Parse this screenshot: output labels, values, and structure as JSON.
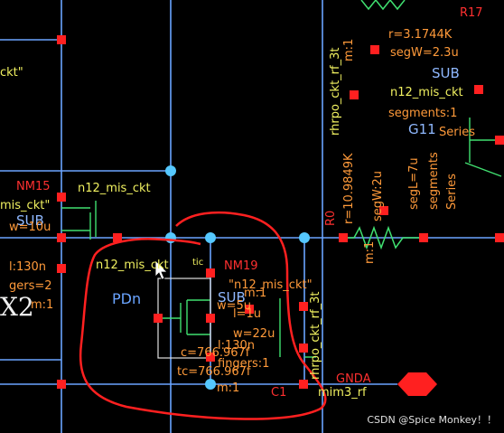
{
  "labels": {
    "l_ckt": "ckt\"",
    "l_r17": "R17",
    "l_m1_top": "m:1",
    "l_r3": "r=3.1744K",
    "l_segw": "segW=2.3u",
    "l_sub_top": "SUB",
    "l_n12ckt_top": "n12_mis_ckt",
    "l_segs": "segments:1",
    "l_g11": "G11",
    "l_series": "Series",
    "l_rhrpo_top": "rhrpo_ckt_rf_3t",
    "l_nm15": "NM15",
    "l_n12_mis_ckt_mid": "n12_mis_ckt",
    "l_mis_ckt": "mis_ckt\"",
    "l_sub_left": "SUB",
    "l_w10u": "w=10u",
    "l_r10": "r=10.9849K",
    "l_segw2u": "segW:2u",
    "l_r0": "R0",
    "l_segl": "segL=7u",
    "l_segments": "segments",
    "l_series2": "Series",
    "l_l130": "l:130n",
    "l_fingers": "gers=2",
    "l_m1_left": "m:1",
    "l_n12_mis_ckt_low": "n12_mis_ckt",
    "l_nm19": "NM19",
    "l_n12_mis_ckt_q": "\"n12_mis_ckt\"",
    "l_pdn": "PDn",
    "l_sub_mid": "SUB",
    "l_m1_mid": "m:1",
    "l_w5u": "w=5u",
    "l_l_1u": "l=1u",
    "l_w22u": "w=22u",
    "l_l130_mid": "l:130n",
    "l_c": "c=766.967f",
    "l_fingers1": "fingers:1",
    "l_tc": "tc=766.967f",
    "l_m1_bot": "m:1",
    "l_c1": "C1",
    "l_mim": "mim3_rf",
    "l_gnda": "GNDA",
    "l_rhrpo_low": "rhrpo_ckt_rf_3t",
    "l_m1_right": "m:1",
    "l_x2": "X2",
    "l_tick": "tic"
  },
  "watermark": "CSDN @Spice Monkey！！",
  "colors": {
    "background": "#000000",
    "wire": "#6aa4ff",
    "pin": "#ff2020",
    "label": "#f0f060",
    "param": "#ff9a3a",
    "component": "#40e070",
    "annotation": "#ff2020"
  },
  "icons": {
    "cursor": "arrow-cursor-icon",
    "ground": "gnda-pin-icon"
  }
}
